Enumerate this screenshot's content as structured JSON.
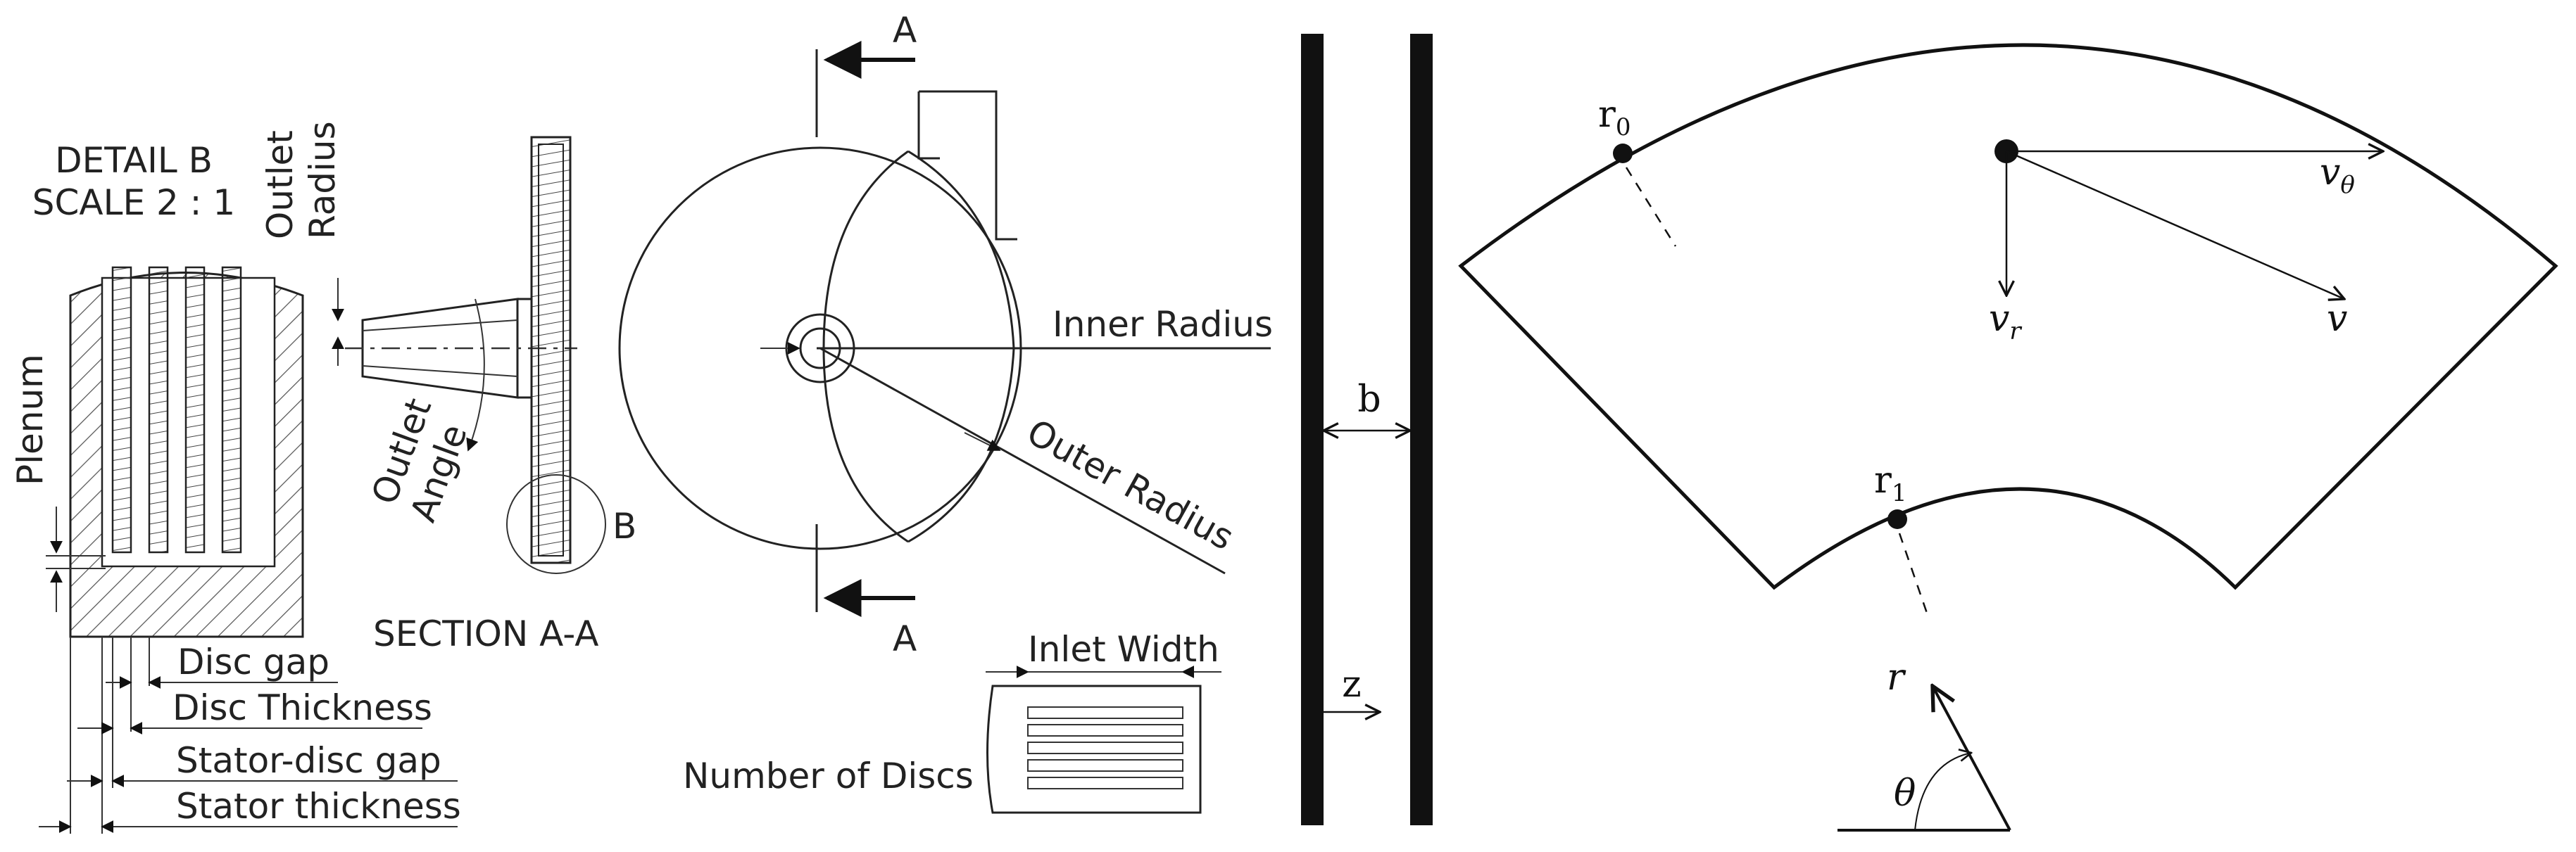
{
  "drawing": {
    "detail_title": "DETAIL B",
    "detail_scale": "SCALE 2 : 1",
    "outlet_radius": [
      "Outlet",
      "Radius"
    ],
    "plenum": "Plenum",
    "outlet_angle": [
      "Outlet",
      "Angle"
    ],
    "detail_marker": "B",
    "section_label": "SECTION A-A",
    "section_marker_top": "A",
    "section_marker_bottom": "A",
    "inner_radius": "Inner Radius",
    "outer_radius": "Outer Radius",
    "inlet_width": "Inlet Width",
    "number_of_discs": "Number of Discs",
    "disc_gap": "Disc gap",
    "disc_thickness": "Disc Thickness",
    "stator_disc_gap": "Stator-disc gap",
    "stator_thickness": "Stator thickness"
  },
  "model": {
    "gap_label": "b",
    "axis_label": "z",
    "r0": {
      "base": "r",
      "sub": "0"
    },
    "r1": {
      "base": "r",
      "sub": "1"
    },
    "v0": {
      "base": "v",
      "sub": "θ"
    },
    "vr": {
      "base": "v",
      "sub": "r"
    },
    "v": "v",
    "r": "r",
    "theta": "θ"
  },
  "colors": {
    "ink": "#222222",
    "paper": "#ffffff",
    "hatch": "#555555"
  }
}
